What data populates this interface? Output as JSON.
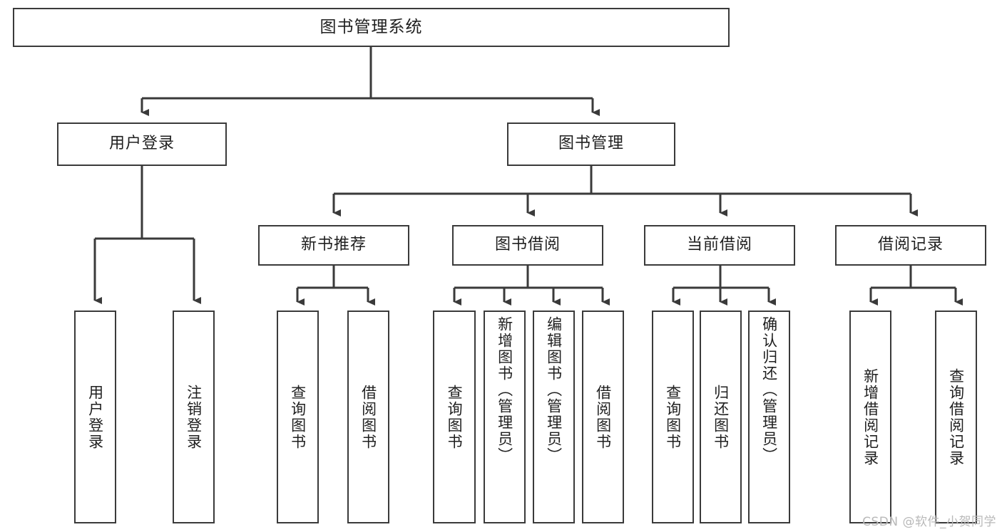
{
  "diagram": {
    "title": "图书管理系统",
    "type": "tree",
    "colors": {
      "stroke": "#3a3a3a",
      "fill": "#ffffff",
      "text": "#1f1f1f",
      "watermark": "#b9b9b9"
    },
    "root": {
      "label": "图书管理系统"
    },
    "level2": [
      {
        "id": "user-login",
        "label": "用户登录"
      },
      {
        "id": "book-manage",
        "label": "图书管理"
      }
    ],
    "level3": [
      {
        "id": "new-book-recommend",
        "label": "新书推荐",
        "parent": "book-manage"
      },
      {
        "id": "book-borrow",
        "label": "图书借阅",
        "parent": "book-manage"
      },
      {
        "id": "current-borrow",
        "label": "当前借阅",
        "parent": "book-manage"
      },
      {
        "id": "borrow-record",
        "label": "借阅记录",
        "parent": "book-manage"
      }
    ],
    "leaves": {
      "user_login": [
        {
          "id": "leaf-user-login",
          "label": "用户登录"
        },
        {
          "id": "leaf-user-logout",
          "label": "注销登录"
        }
      ],
      "new_book_recommend": [
        {
          "id": "leaf-query-book-1",
          "label": "查询图书"
        },
        {
          "id": "leaf-borrow-book-1",
          "label": "借阅图书"
        }
      ],
      "book_borrow": [
        {
          "id": "leaf-query-book-2",
          "label": "查询图书"
        },
        {
          "id": "leaf-add-book",
          "label": "新增图书（管理员）"
        },
        {
          "id": "leaf-edit-book",
          "label": "编辑图书（管理员）"
        },
        {
          "id": "leaf-borrow-book-2",
          "label": "借阅图书"
        }
      ],
      "current_borrow": [
        {
          "id": "leaf-query-book-3",
          "label": "查询图书"
        },
        {
          "id": "leaf-return-book",
          "label": "归还图书"
        },
        {
          "id": "leaf-confirm-return",
          "label": "确认归还（管理员）"
        }
      ],
      "borrow_record": [
        {
          "id": "leaf-add-record",
          "label": "新增借阅记录"
        },
        {
          "id": "leaf-query-record",
          "label": "查询借阅记录"
        }
      ]
    }
  },
  "watermark": {
    "text": "CSDN @软件_小贺同学"
  }
}
